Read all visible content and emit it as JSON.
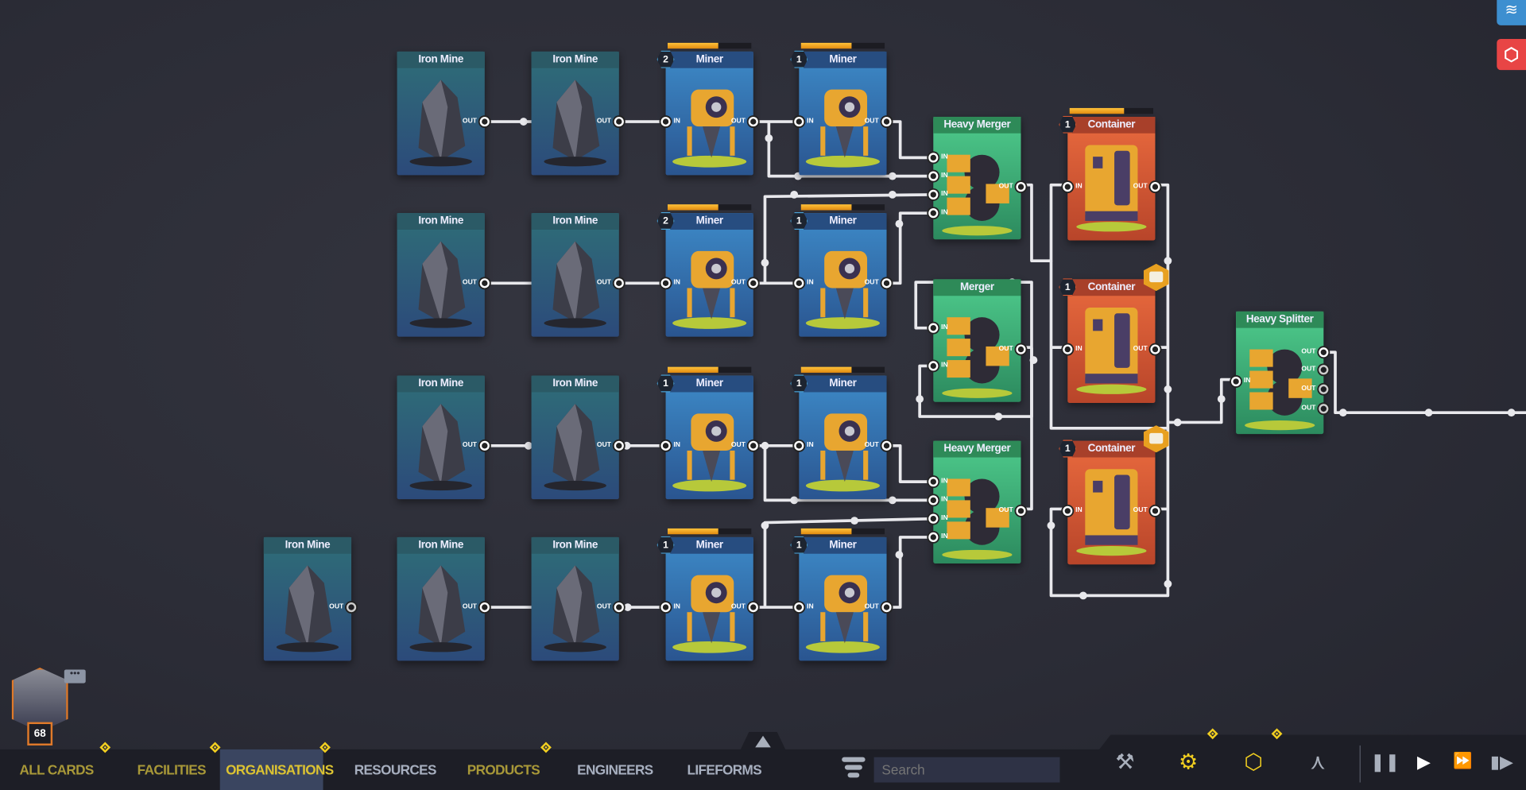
{
  "cards": [
    {
      "id": "iron-mine",
      "type": "mine",
      "title": "Iron Mine",
      "col": 1,
      "row": 0,
      "ports": {
        "out": [
          "OUT"
        ]
      }
    },
    {
      "id": "iron-mine",
      "type": "mine",
      "title": "Iron Mine",
      "col": 2,
      "row": 0,
      "ports": {
        "out": [
          "OUT"
        ]
      }
    },
    {
      "id": "miner",
      "type": "miner",
      "title": "Miner",
      "level": "2",
      "progress": 0.6,
      "col": 3,
      "row": 0,
      "ports": {
        "in": [
          "IN"
        ],
        "out": [
          "OUT"
        ]
      }
    },
    {
      "id": "miner",
      "type": "miner",
      "title": "Miner",
      "level": "1",
      "progress": 0.6,
      "col": 4,
      "row": 0,
      "ports": {
        "in": [
          "IN"
        ],
        "out": [
          "OUT"
        ]
      }
    },
    {
      "id": "iron-mine",
      "type": "mine",
      "title": "Iron Mine",
      "col": 1,
      "row": 1,
      "ports": {
        "out": [
          "OUT"
        ]
      }
    },
    {
      "id": "iron-mine",
      "type": "mine",
      "title": "Iron Mine",
      "col": 2,
      "row": 1,
      "ports": {
        "out": [
          "OUT"
        ]
      }
    },
    {
      "id": "miner",
      "type": "miner",
      "title": "Miner",
      "level": "2",
      "progress": 0.6,
      "col": 3,
      "row": 1,
      "ports": {
        "in": [
          "IN"
        ],
        "out": [
          "OUT"
        ]
      }
    },
    {
      "id": "miner",
      "type": "miner",
      "title": "Miner",
      "level": "1",
      "progress": 0.6,
      "col": 4,
      "row": 1,
      "ports": {
        "in": [
          "IN"
        ],
        "out": [
          "OUT"
        ]
      }
    },
    {
      "id": "iron-mine",
      "type": "mine",
      "title": "Iron Mine",
      "col": 1,
      "row": 2,
      "ports": {
        "out": [
          "OUT"
        ]
      }
    },
    {
      "id": "iron-mine",
      "type": "mine",
      "title": "Iron Mine",
      "col": 2,
      "row": 2,
      "ports": {
        "out": [
          "OUT"
        ]
      }
    },
    {
      "id": "miner",
      "type": "miner",
      "title": "Miner",
      "level": "1",
      "progress": 0.6,
      "col": 3,
      "row": 2,
      "ports": {
        "in": [
          "IN"
        ],
        "out": [
          "OUT"
        ]
      }
    },
    {
      "id": "miner",
      "type": "miner",
      "title": "Miner",
      "level": "1",
      "progress": 0.6,
      "col": 4,
      "row": 2,
      "ports": {
        "in": [
          "IN"
        ],
        "out": [
          "OUT"
        ]
      }
    },
    {
      "id": "iron-mine",
      "type": "mine",
      "title": "Iron Mine",
      "col": 0,
      "row": 3,
      "ports": {
        "out": [
          "OUT"
        ]
      },
      "unconnected": true
    },
    {
      "id": "iron-mine",
      "type": "mine",
      "title": "Iron Mine",
      "col": 1,
      "row": 3,
      "ports": {
        "out": [
          "OUT"
        ]
      }
    },
    {
      "id": "iron-mine",
      "type": "mine",
      "title": "Iron Mine",
      "col": 2,
      "row": 3,
      "ports": {
        "out": [
          "OUT"
        ]
      }
    },
    {
      "id": "miner",
      "type": "miner",
      "title": "Miner",
      "level": "1",
      "progress": 0.6,
      "col": 3,
      "row": 3,
      "ports": {
        "in": [
          "IN"
        ],
        "out": [
          "OUT"
        ]
      }
    },
    {
      "id": "miner",
      "type": "miner",
      "title": "Miner",
      "level": "1",
      "progress": 0.6,
      "col": 4,
      "row": 3,
      "ports": {
        "in": [
          "IN"
        ],
        "out": [
          "OUT"
        ]
      }
    },
    {
      "id": "heavy-merger",
      "type": "merger",
      "title": "Heavy Merger",
      "col": 5,
      "row": 0,
      "ports": {
        "in": [
          "IN",
          "IN",
          "IN",
          "IN"
        ],
        "out": [
          "OUT"
        ]
      }
    },
    {
      "id": "merger",
      "type": "merger",
      "title": "Merger",
      "col": 5,
      "row": 1,
      "ports": {
        "in": [
          "IN",
          "IN"
        ],
        "out": [
          "OUT"
        ]
      }
    },
    {
      "id": "heavy-merger",
      "type": "merger",
      "title": "Heavy Merger",
      "col": 5,
      "row": 2,
      "ports": {
        "in": [
          "IN",
          "IN",
          "IN",
          "IN"
        ],
        "out": [
          "OUT"
        ]
      }
    },
    {
      "id": "container",
      "type": "cont",
      "title": "Container",
      "level": "1",
      "progress": 0.65,
      "col": 6,
      "row": 0,
      "ports": {
        "in": [
          "IN"
        ],
        "out": [
          "OUT"
        ]
      }
    },
    {
      "id": "container",
      "type": "cont",
      "title": "Container",
      "level": "1",
      "col": 6,
      "row": 1,
      "badge": "storage",
      "ports": {
        "in": [
          "IN"
        ],
        "out": [
          "OUT"
        ]
      }
    },
    {
      "id": "container",
      "type": "cont",
      "title": "Container",
      "level": "1",
      "col": 6,
      "row": 2,
      "badge": "storage",
      "ports": {
        "in": [
          "IN"
        ],
        "out": [
          "OUT"
        ]
      }
    },
    {
      "id": "heavy-splitter",
      "type": "merger",
      "title": "Heavy Splitter",
      "col": 7,
      "row": 1.2,
      "ports": {
        "in": [
          "IN"
        ],
        "out": [
          "OUT",
          "OUT",
          "OUT",
          "OUT"
        ]
      },
      "emptyOuts": [
        1,
        2,
        3
      ]
    }
  ],
  "player": {
    "level": "68"
  },
  "nav": {
    "tabs": [
      {
        "label": "ALL CARDS",
        "color": "#a89838",
        "badge": true
      },
      {
        "label": "FACILITIES",
        "color": "#a89838",
        "badge": true
      },
      {
        "label": "ORGANISATIONS",
        "color": "#dcc332",
        "badge": true,
        "active": true
      },
      {
        "label": "RESOURCES",
        "color": "#a7afbf"
      },
      {
        "label": "PRODUCTS",
        "color": "#a89838",
        "badge": true
      },
      {
        "label": "ENGINEERS",
        "color": "#a7afbf"
      },
      {
        "label": "LIFEFORMS",
        "color": "#a7afbf"
      }
    ],
    "search_placeholder": "Search"
  },
  "toolbar": {
    "icons": [
      "tools-icon",
      "engineer-icon",
      "organisation-icon",
      "tech-tree-icon"
    ],
    "controls": [
      "pause-icon",
      "play-icon",
      "fast-forward-icon",
      "fastest-icon"
    ]
  },
  "side": {
    "icons": [
      "layers-icon",
      "alert-icon"
    ]
  }
}
